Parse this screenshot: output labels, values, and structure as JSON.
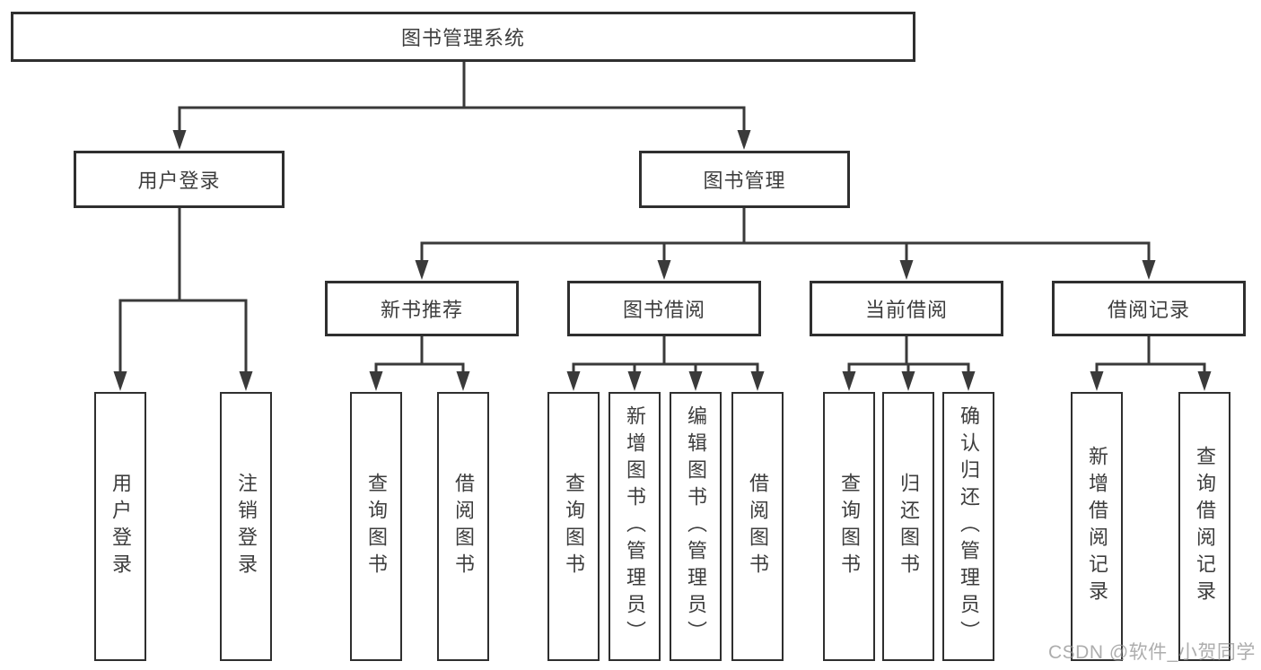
{
  "diagram": {
    "root": {
      "label": "图书管理系统"
    },
    "branches": [
      {
        "label": "用户登录",
        "children": [
          {
            "label": "用户登录"
          },
          {
            "label": "注销登录"
          }
        ]
      },
      {
        "label": "图书管理",
        "children": [
          {
            "label": "新书推荐",
            "children": [
              {
                "label": "查询图书"
              },
              {
                "label": "借阅图书"
              }
            ]
          },
          {
            "label": "图书借阅",
            "children": [
              {
                "label": "查询图书"
              },
              {
                "label": "新增图书（管理员）"
              },
              {
                "label": "编辑图书（管理员）"
              },
              {
                "label": "借阅图书"
              }
            ]
          },
          {
            "label": "当前借阅",
            "children": [
              {
                "label": "查询图书"
              },
              {
                "label": "归还图书"
              },
              {
                "label": "确认归还（管理员）"
              }
            ]
          },
          {
            "label": "借阅记录",
            "children": [
              {
                "label": "新增借阅记录"
              },
              {
                "label": "查询借阅记录"
              }
            ]
          }
        ]
      }
    ]
  },
  "watermark": {
    "text": "CSDN @软件_小贺同学"
  },
  "colors": {
    "line": "#3a3a3a",
    "border": "#2f2f2f",
    "text": "#3d3d3d",
    "watermark": "#919191",
    "background": "#ffffff"
  }
}
